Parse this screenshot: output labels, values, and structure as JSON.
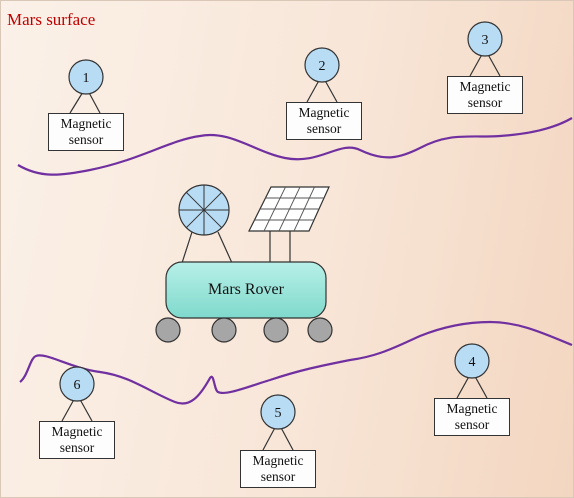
{
  "surface_label": "Mars surface",
  "rover": {
    "label": "Mars Rover"
  },
  "sensors": [
    {
      "number": "1",
      "line1": "Magnetic",
      "line2": "sensor"
    },
    {
      "number": "2",
      "line1": "Magnetic",
      "line2": "sensor"
    },
    {
      "number": "3",
      "line1": "Magnetic",
      "line2": "sensor"
    },
    {
      "number": "4",
      "line1": "Magnetic",
      "line2": "sensor"
    },
    {
      "number": "5",
      "line1": "Magnetic",
      "line2": "sensor"
    },
    {
      "number": "6",
      "line1": "Magnetic",
      "line2": "sensor"
    }
  ],
  "colors": {
    "surface_label": "#c00000",
    "node_fill": "#b9dcf5",
    "rover_fill": "#8fe3d8",
    "boundary_line": "#7030a0",
    "wheel_fill": "#a6a6a6"
  }
}
